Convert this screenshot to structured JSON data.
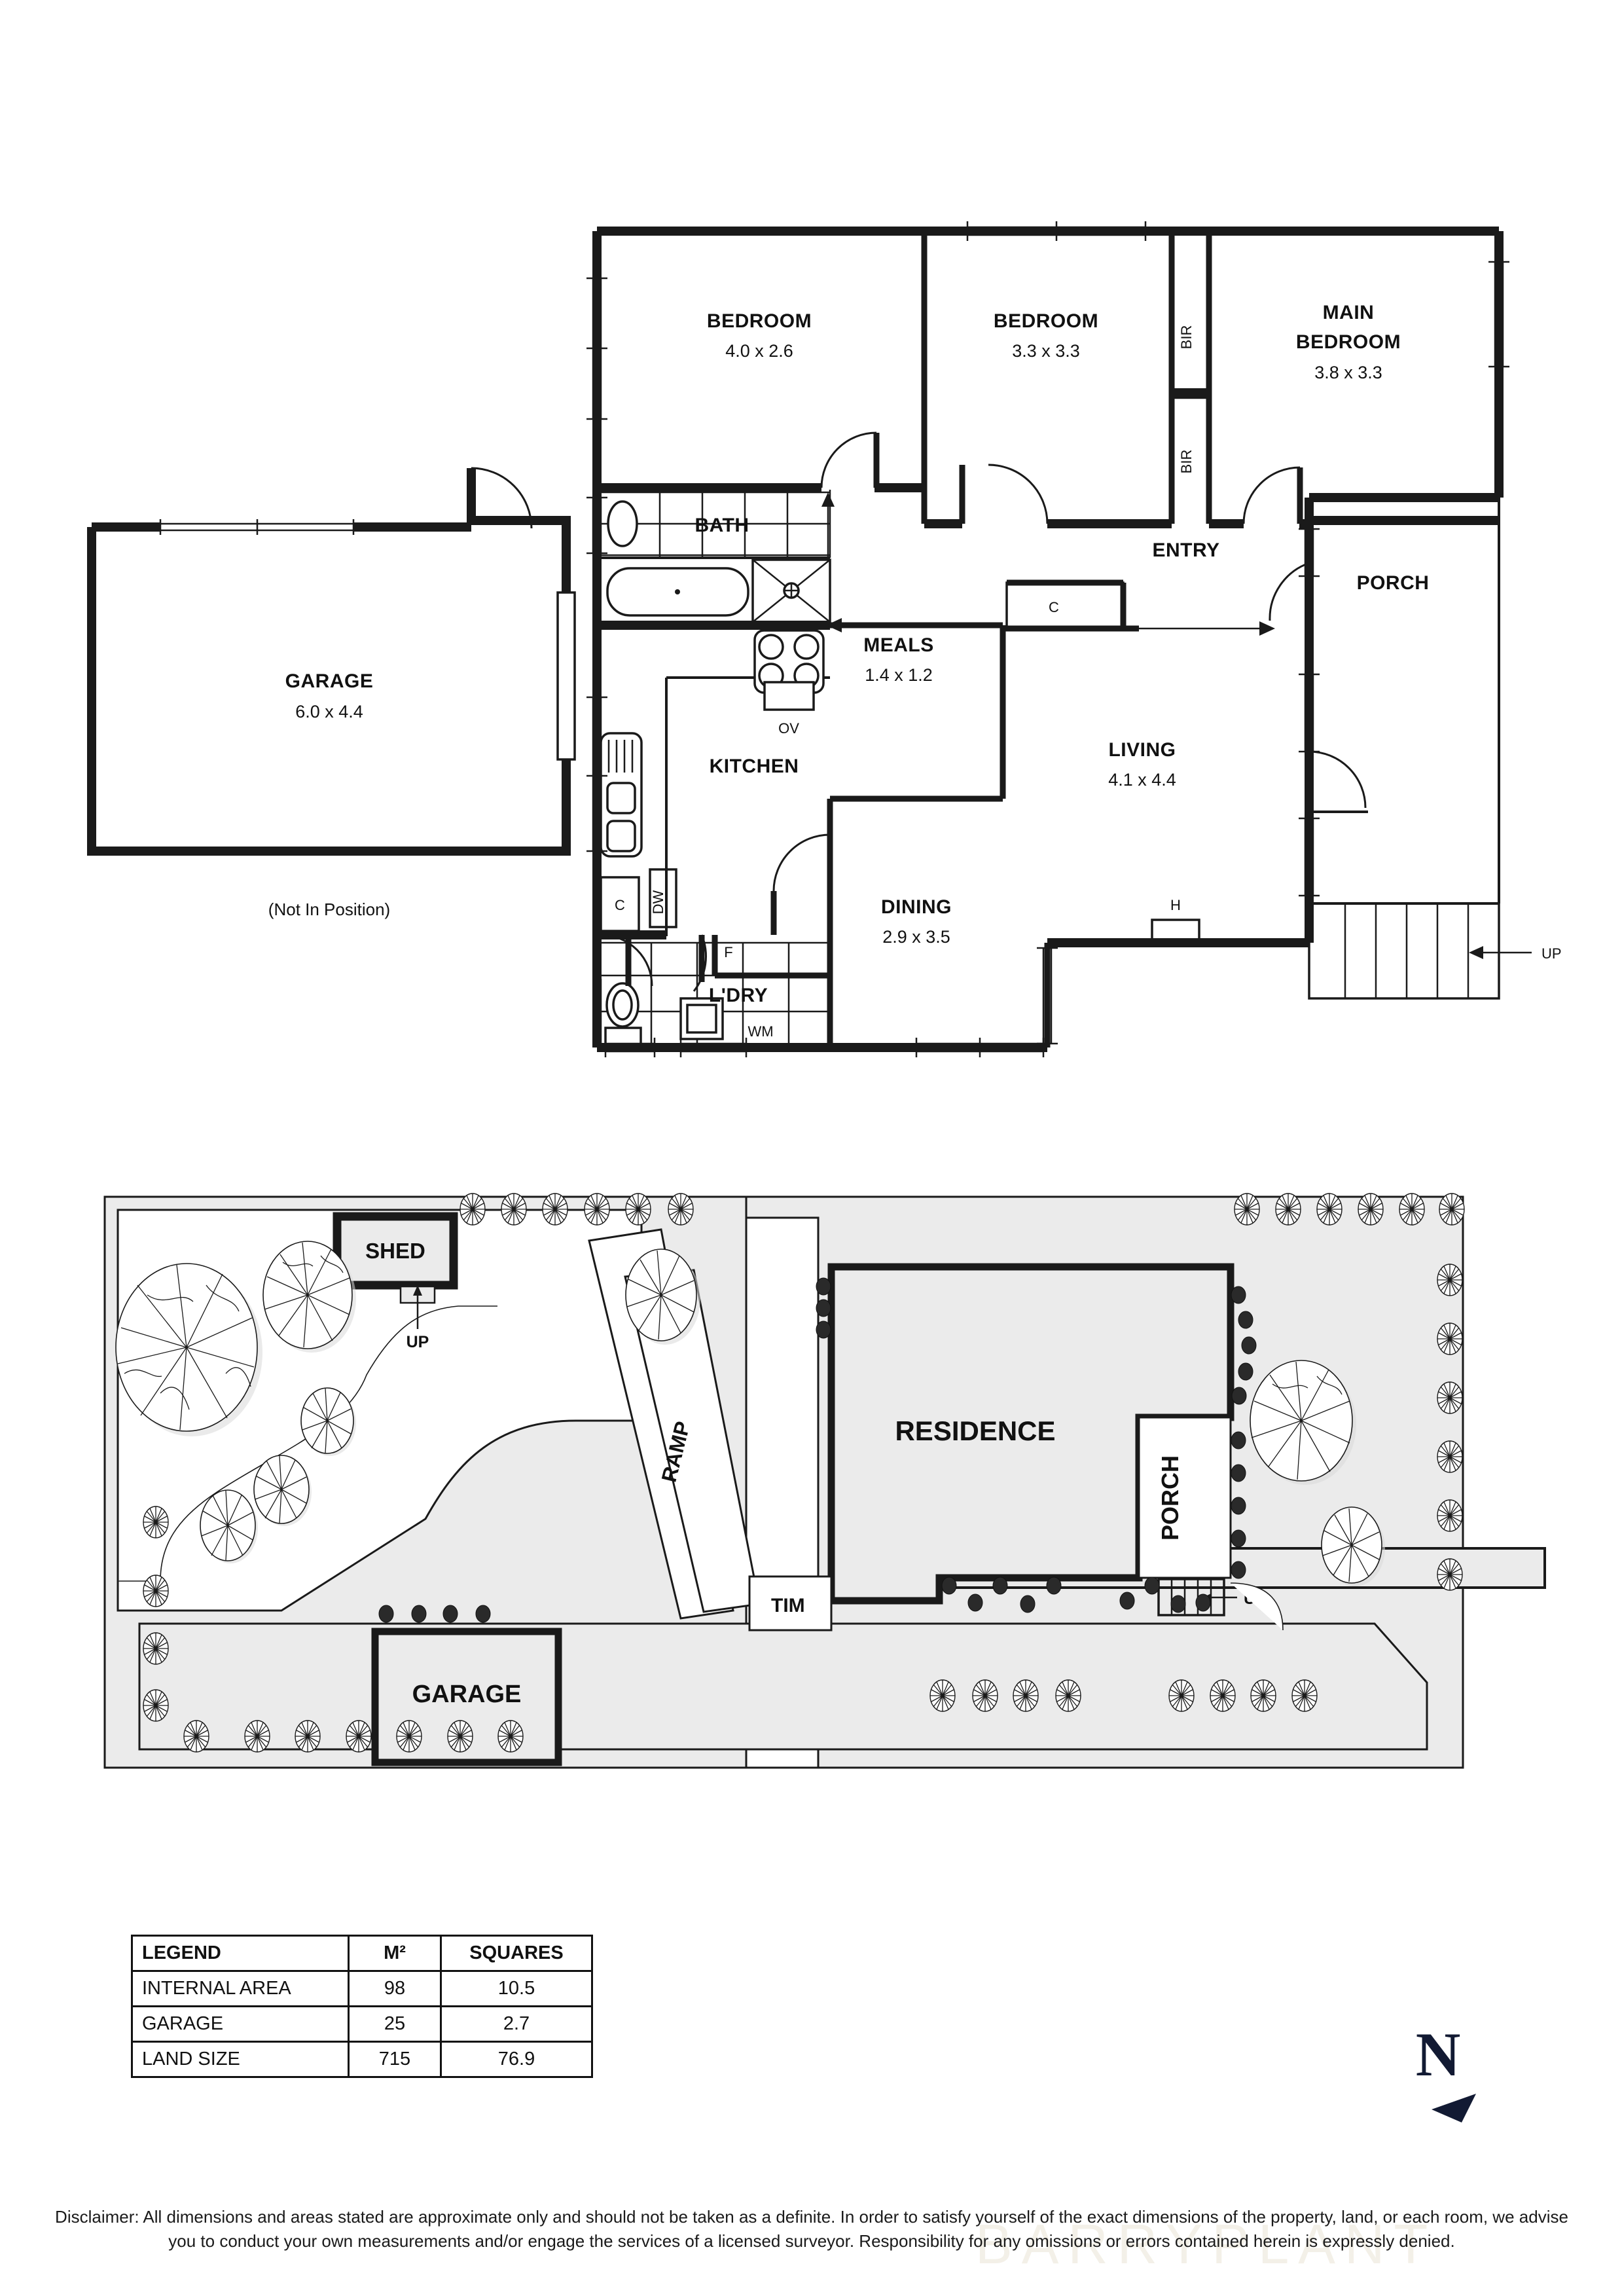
{
  "floor_plan": {
    "rooms": [
      {
        "name": "BEDROOM",
        "dims": "4.0 x 2.6"
      },
      {
        "name": "BEDROOM",
        "dims": "3.3 x 3.3"
      },
      {
        "name": "MAIN BEDROOM",
        "name_line1": "MAIN",
        "name_line2": "BEDROOM",
        "dims": "3.8 x 3.3"
      },
      {
        "name": "BATH",
        "dims": ""
      },
      {
        "name": "KITCHEN",
        "dims": ""
      },
      {
        "name": "MEALS",
        "dims": "1.4 x 1.2"
      },
      {
        "name": "LIVING",
        "dims": "4.1 x 4.4"
      },
      {
        "name": "DINING",
        "dims": "2.9 x 3.5"
      },
      {
        "name": "L'DRY",
        "dims": ""
      },
      {
        "name": "ENTRY",
        "dims": ""
      },
      {
        "name": "PORCH",
        "dims": ""
      },
      {
        "name": "GARAGE",
        "dims": "6.0 x 4.4"
      }
    ],
    "annotations": {
      "bir_top": "BIR",
      "bir_bottom": "BIR",
      "cupboard_meals": "C",
      "cupboard_kitchen": "C",
      "oven": "OV",
      "dishwasher": "DW",
      "fridge": "F",
      "washing_machine": "WM",
      "heater": "H",
      "up": "UP",
      "garage_note": "(Not In Position)"
    }
  },
  "site_plan": {
    "labels": {
      "shed": "SHED",
      "shed_up": "UP",
      "residence": "RESIDENCE",
      "porch": "PORCH",
      "porch_up": "UP",
      "garage": "GARAGE",
      "ramp": "RAMP",
      "timber": "TIM"
    }
  },
  "legend": {
    "headers": [
      "LEGEND",
      "M²",
      "SQUARES"
    ],
    "rows": [
      {
        "name": "INTERNAL AREA",
        "m2": "98",
        "squares": "10.5"
      },
      {
        "name": "GARAGE",
        "m2": "25",
        "squares": "2.7"
      },
      {
        "name": "LAND SIZE",
        "m2": "715",
        "squares": "76.9"
      }
    ]
  },
  "north": {
    "letter": "N"
  },
  "watermark": {
    "text": "BARRYPLANT"
  },
  "disclaimer": {
    "text": "Disclaimer: All dimensions and areas stated are approximate only and should not be taken as a definite. In order to satisfy yourself of the exact dimensions of the property, land, or each room, we advise you to conduct your own measurements and/or engage the services of a licensed surveyor. Responsibility for any omissions or errors contained herein is expressly denied."
  },
  "colors": {
    "ink": "#1a1a1a",
    "site_fill": "#ebebeb",
    "north_navy": "#121a33",
    "watermark": "#f3f0e8"
  }
}
